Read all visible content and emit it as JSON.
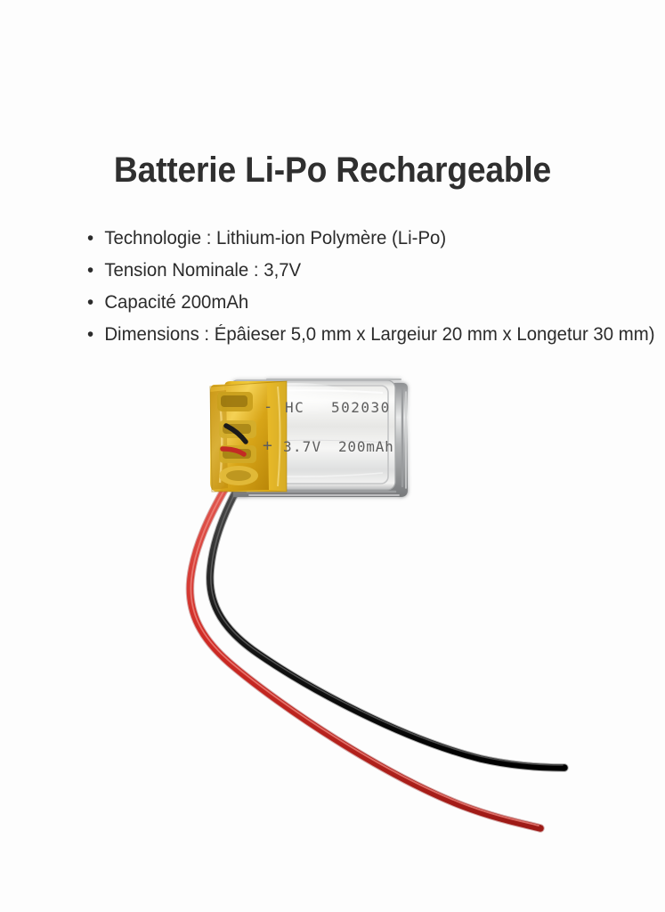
{
  "document": {
    "title": "Batterie Li-Po Rechargeable",
    "background_color": "#fdfdfd",
    "text_color": "#2b2b2b"
  },
  "specs": {
    "bullet_glyph": "•",
    "items": [
      {
        "label": "Technologie : Lithium-ion Polymère (Li-Po)"
      },
      {
        "label": "Tension Nominale : 3,7V"
      },
      {
        "label": "Capacité 200mAh"
      },
      {
        "label": "Dimensions : Épâieser 5,0 mm x Largeiur 20 mm x Longetur 30 mm)"
      }
    ]
  },
  "product_image": {
    "alt": "battery-photo",
    "cell_labels": {
      "negative_sign": "-",
      "model_brand": "HC",
      "model_number": "502030",
      "positive_sign": "+",
      "voltage": "3.7V",
      "capacity": "200mAh"
    },
    "colors": {
      "pouch_silver": "#d8d9da",
      "pouch_silver_light": "#f3f3f2",
      "pouch_edge": "#9b9c9e",
      "kapton_yellow": "#e8b51a",
      "kapton_yellow_dark": "#b98a10",
      "wire_red": "#d12b25",
      "wire_black": "#1a1a1a",
      "print_text": "#5a5a5a"
    }
  }
}
